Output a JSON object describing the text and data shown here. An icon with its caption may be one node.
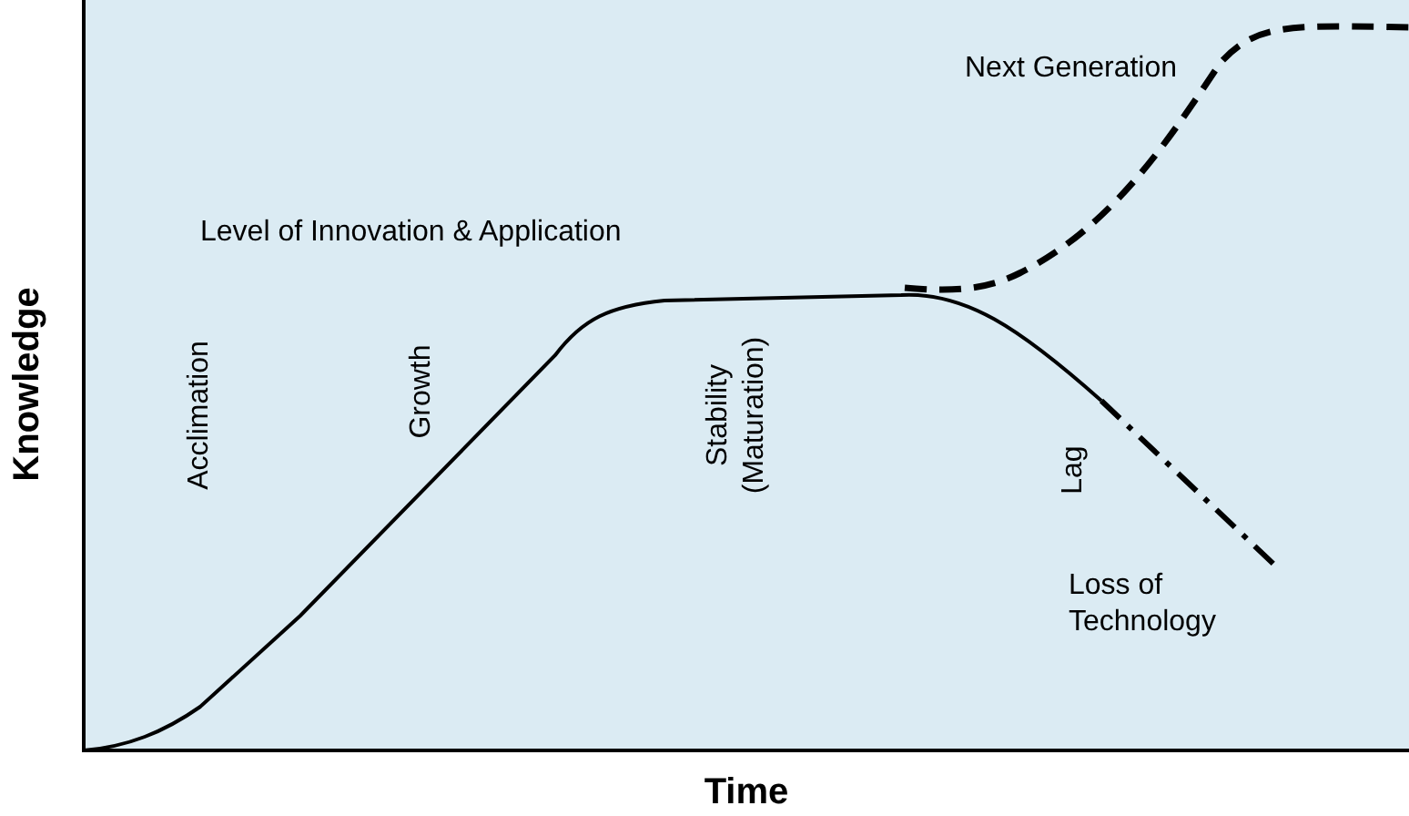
{
  "diagram": {
    "labels": [
      "Next Generation",
      "Level of Innovation & Application",
      "Knowledge",
      "Acclimation",
      "Growth",
      "Stability (Maturation)",
      "Lag",
      "Loss of Technology",
      "Time"
    ]
  }
}
